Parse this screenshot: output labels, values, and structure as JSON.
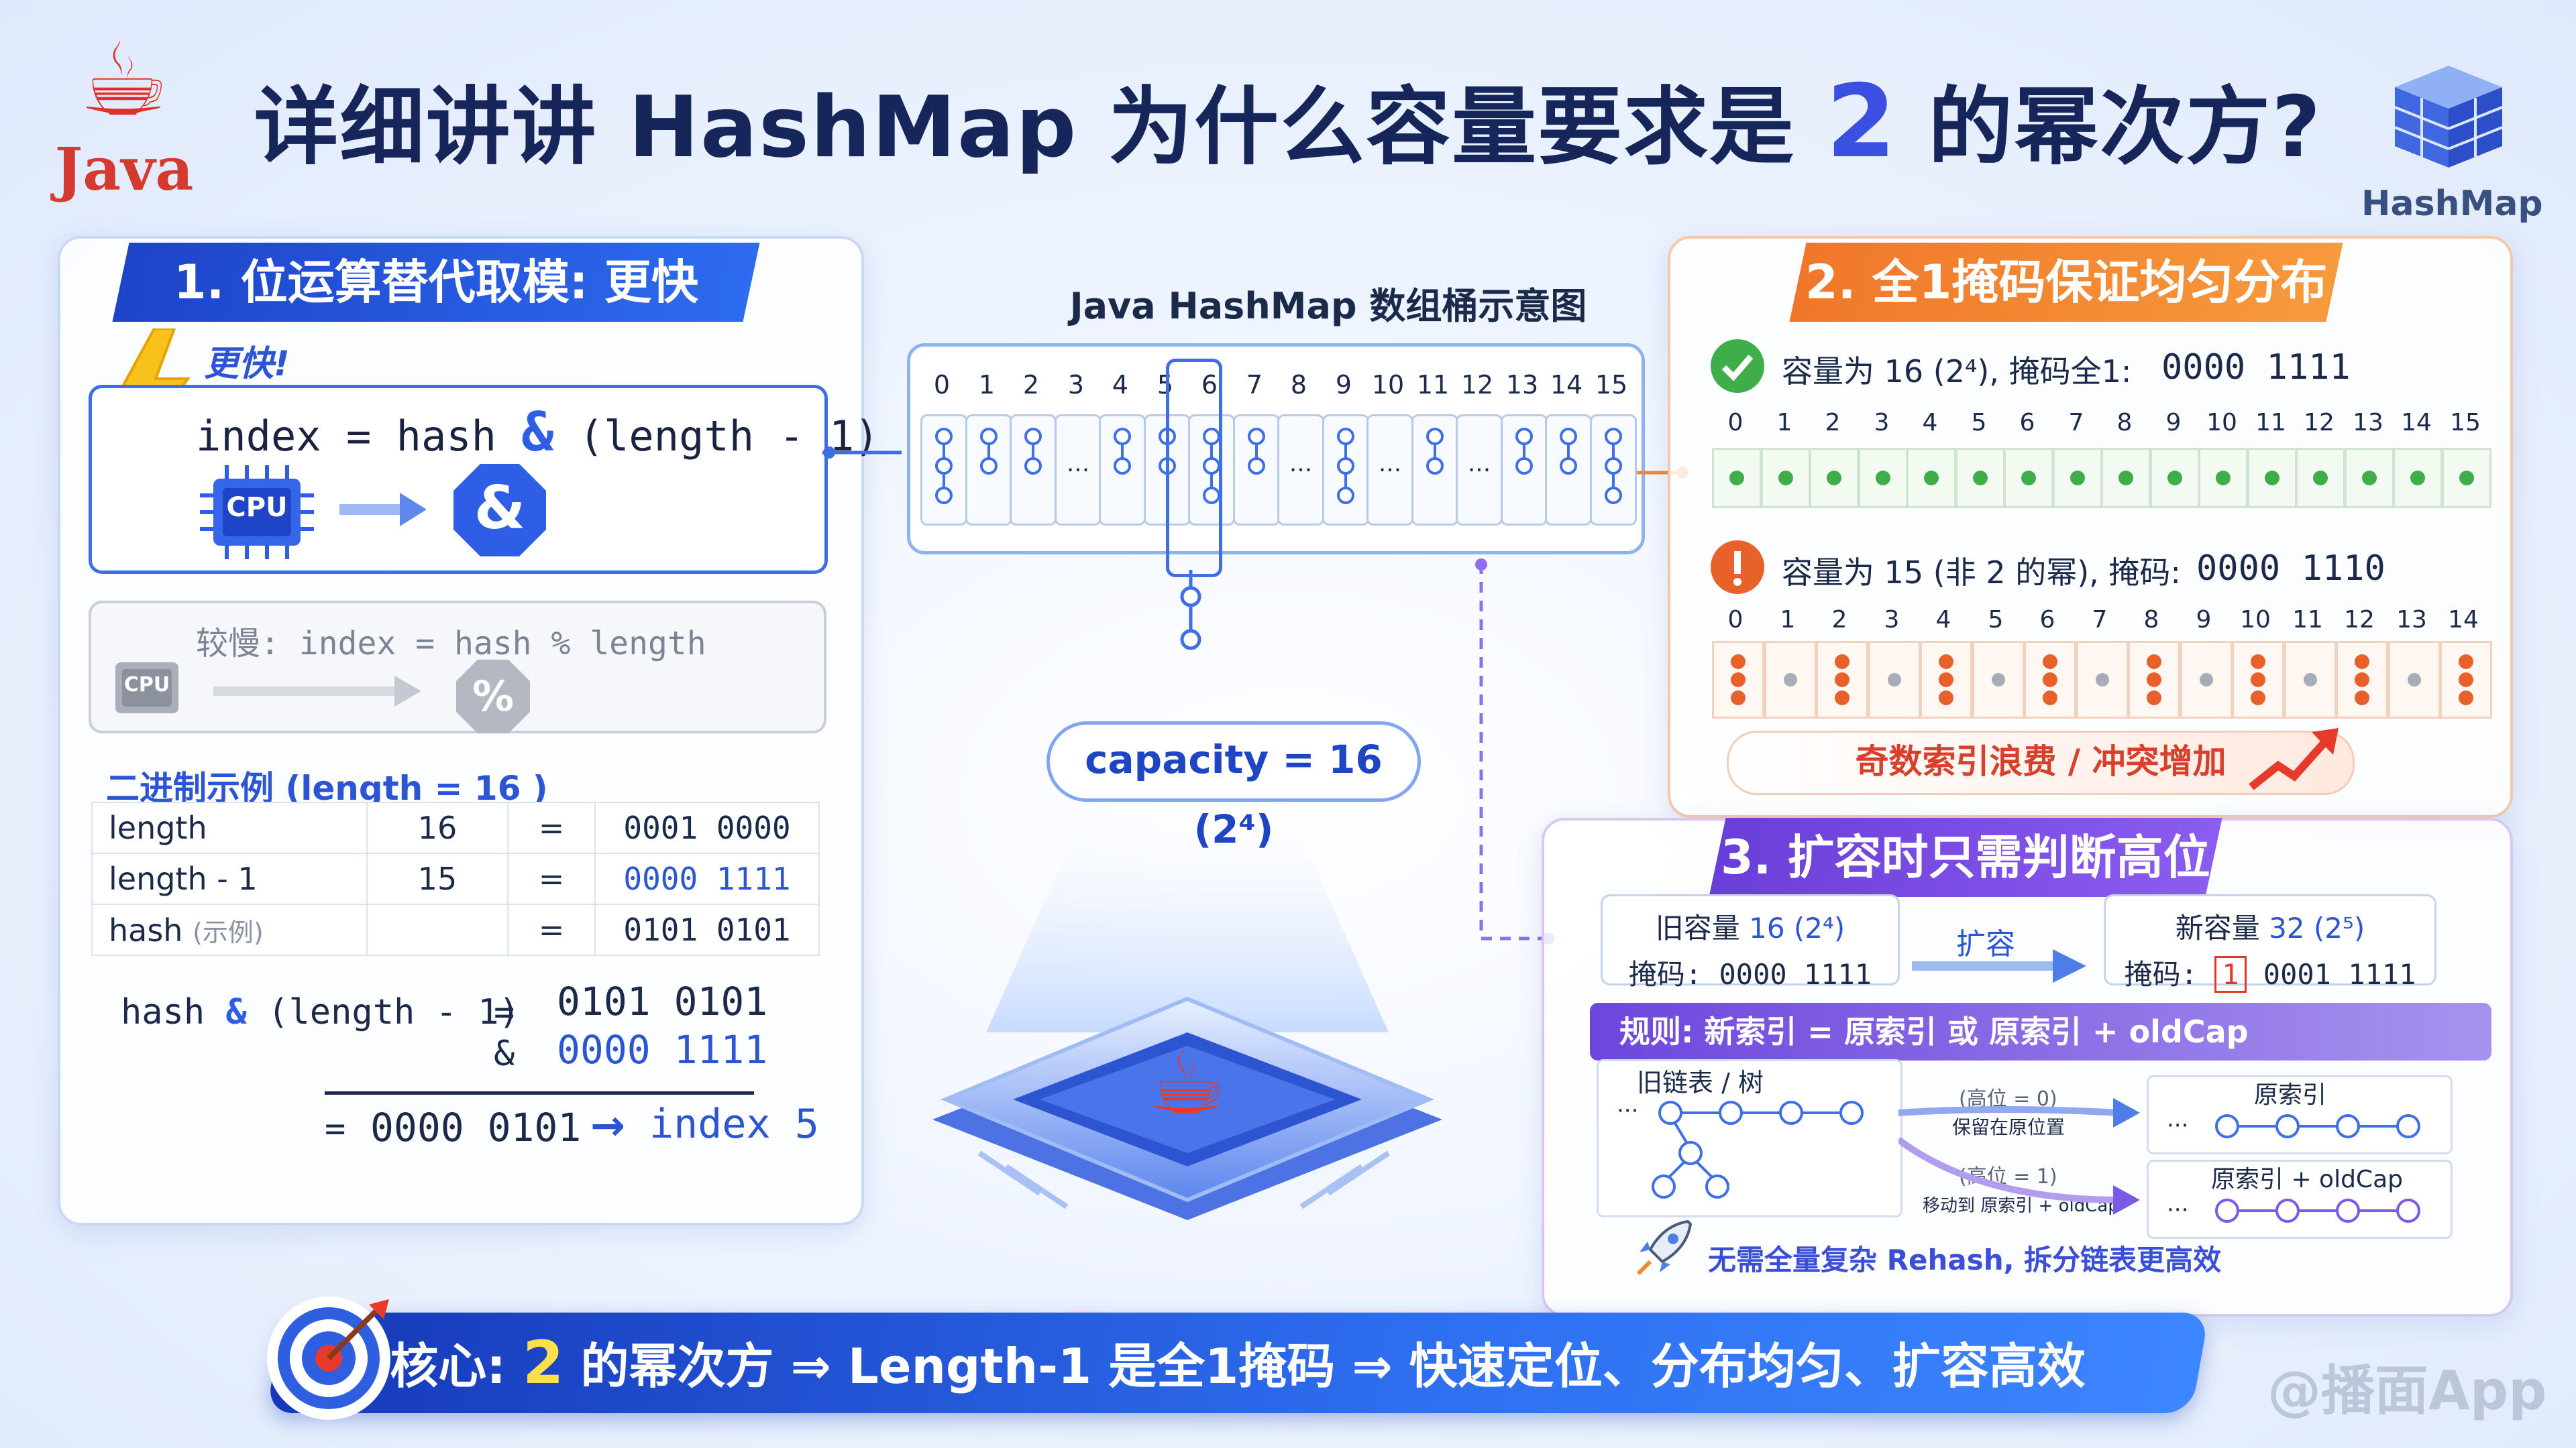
{
  "title": {
    "prefix": "详细讲讲 HashMap 为什么容量要求是 ",
    "highlight": "2",
    "suffix": " 的幂次方?"
  },
  "logos": {
    "java": "Java",
    "hashmap": "HashMap"
  },
  "section1": {
    "header": "1. 位运算替代取模: 更快",
    "faster_label": "更快!",
    "formula": {
      "a": "index = hash ",
      "amp": "&",
      "b": " (length - 1)"
    },
    "cpu_label": "CPU",
    "amp_symbol": "&",
    "slow_formula": "较慢: index = hash % length",
    "percent_symbol": "%",
    "binary_title": "二进制示例 (length = 16 )",
    "table": [
      {
        "name": "length",
        "note": "",
        "dec": "16",
        "eq": "=",
        "bin": "0001  0000",
        "blue": false
      },
      {
        "name": "length - 1",
        "note": "",
        "dec": "15",
        "eq": "=",
        "bin": "0000  1111",
        "blue": true
      },
      {
        "name": "hash",
        "note": "(示例)",
        "dec": "",
        "eq": "=",
        "bin": "0101  0101",
        "blue": false
      }
    ],
    "calc": {
      "lhs_a": "hash ",
      "lhs_amp": "&",
      "lhs_b": " (length - 1)",
      "eq": "=",
      "line1": "0101  0101",
      "op": "&",
      "line2": "0000  1111",
      "result_eq": "=",
      "result": "0000  0101",
      "arrow": "→",
      "index": "index 5"
    }
  },
  "array": {
    "title": "Java HashMap 数组桶示意图",
    "indices": [
      "0",
      "1",
      "2",
      "3",
      "4",
      "5",
      "6",
      "7",
      "8",
      "9",
      "10",
      "11",
      "12",
      "13",
      "14",
      "15"
    ],
    "highlight_index": 5,
    "capacity": "capacity = 16 (2⁴)"
  },
  "section2": {
    "header": "2. 全1掩码保证均匀分布",
    "good_label": "容量为 16 (2⁴), 掩码全1:",
    "good_mask": "0000  1111",
    "good_indices": [
      "0",
      "1",
      "2",
      "3",
      "4",
      "5",
      "6",
      "7",
      "8",
      "9",
      "10",
      "11",
      "12",
      "13",
      "14",
      "15"
    ],
    "bad_label": "容量为 15 (非 2 的幂), 掩码:",
    "bad_mask": "0000  1110",
    "bad_indices": [
      "0",
      "1",
      "2",
      "3",
      "4",
      "5",
      "6",
      "7",
      "8",
      "9",
      "10",
      "11",
      "12",
      "13",
      "14"
    ],
    "waste": "奇数索引浪费  /  冲突增加",
    "colors": {
      "good": "#3fae4a",
      "bad": "#e8612a"
    }
  },
  "section3": {
    "header": "3. 扩容时只需判断高位",
    "old_cap_label": "旧容量",
    "old_cap_value": "16 (2⁴)",
    "old_mask": "掩码: 0000  1111",
    "expand": "扩容",
    "new_cap_label": "新容量",
    "new_cap_value": "32 (2⁵)",
    "new_mask_label": "掩码:",
    "new_mask_bit": "1",
    "new_mask_rest": "0001  1111",
    "rule": "规则: 新索引 = 原索引 或 原索引 + oldCap",
    "old_chain": "旧链表 / 树",
    "high0": "(高位 = 0)",
    "high0_desc": "保留在原位置",
    "high1": "(高位 = 1)",
    "high1_desc": "移动到 原索引 + oldCap",
    "orig_index": "原索引",
    "orig_plus": "原索引 + oldCap",
    "note": "无需全量复杂 Rehash, 拆分链表更高效"
  },
  "core": {
    "prefix": "核心: ",
    "two": "2",
    "text": " 的幂次方 ⇒ Length-1 是全1掩码 ⇒ 快速定位、分布均匀、扩容高效"
  },
  "watermark": "@播面App"
}
